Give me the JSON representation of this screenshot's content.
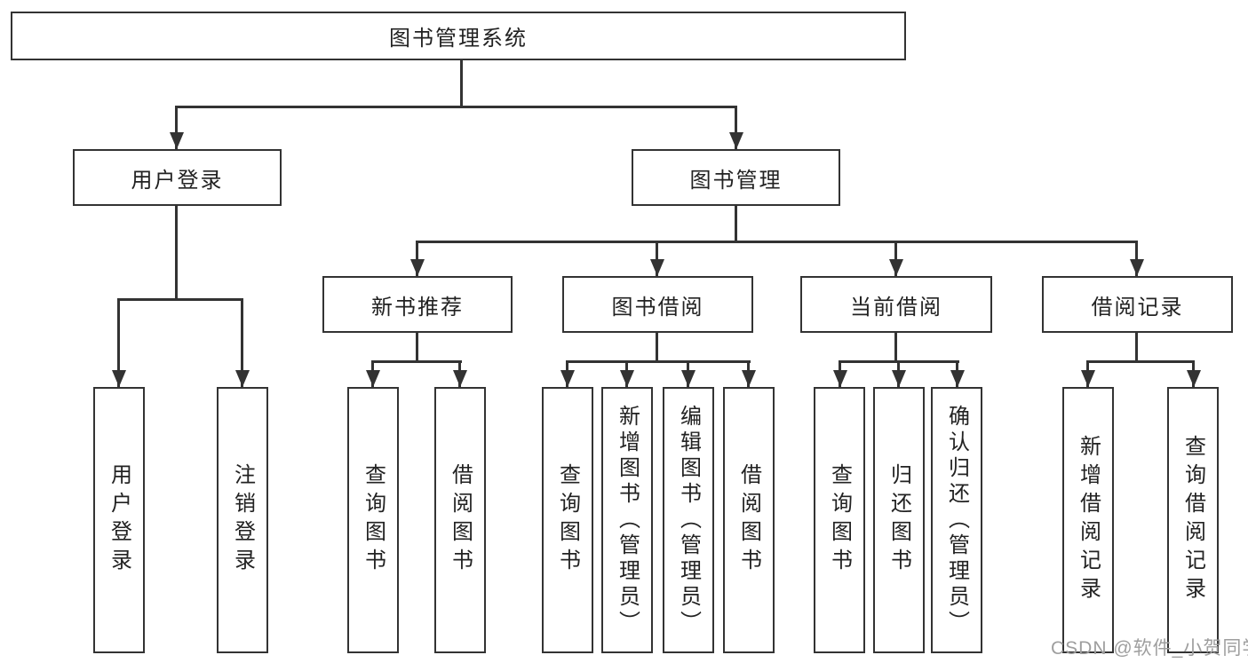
{
  "diagram": {
    "title": "图书管理系统",
    "root": {
      "label": "图书管理系统"
    },
    "level2": [
      {
        "label": "用户登录"
      },
      {
        "label": "图书管理"
      }
    ],
    "level3": [
      {
        "label": "新书推荐"
      },
      {
        "label": "图书借阅"
      },
      {
        "label": "当前借阅"
      },
      {
        "label": "借阅记录"
      }
    ],
    "leaves": {
      "user_login": [
        "用户登录",
        "注销登录"
      ],
      "new_book": [
        "查询图书",
        "借阅图书"
      ],
      "book_borrow": [
        "查询图书",
        "新增图书（管理员）",
        "编辑图书（管理员）",
        "借阅图书"
      ],
      "current_borrow": [
        "查询图书",
        "归还图书",
        "确认归还（管理员）"
      ],
      "borrow_record": [
        "新增借阅记录",
        "查询借阅记录"
      ]
    }
  },
  "watermark": "CSDN @软件_小贺同学",
  "colors": {
    "line": "#333333",
    "text": "#222222",
    "watermark": "#9e9e9e",
    "background": "#ffffff"
  }
}
